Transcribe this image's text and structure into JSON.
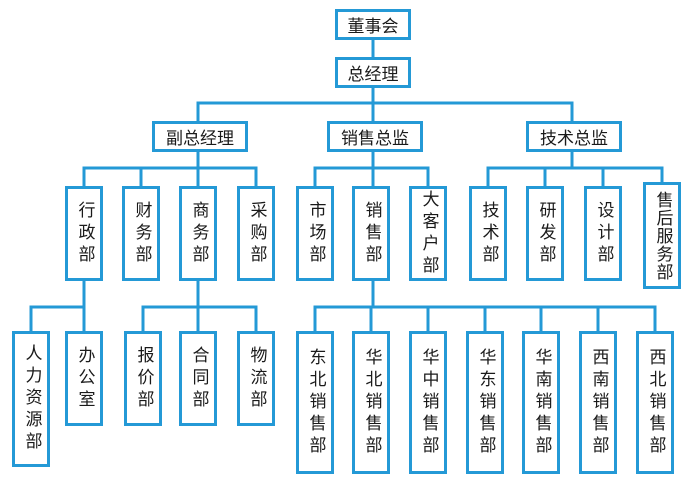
{
  "chart": {
    "root": "董事会",
    "gm": "总经理",
    "vice_gm": "副总经理",
    "sales_director": "销售总监",
    "tech_director": "技术总监",
    "admin": "行政部",
    "finance": "财务部",
    "business": "商务部",
    "purchase": "采购部",
    "market": "市场部",
    "sales": "销售部",
    "key_account": "大客户部",
    "technology": "技术部",
    "rnd": "研发部",
    "design": "设计部",
    "after_sales": "售后服务部",
    "hr": "人力资源部",
    "office": "办公室",
    "quote": "报价部",
    "contract": "合同部",
    "logistics": "物流部",
    "ne_sales": "东北销售部",
    "nc_sales": "华北销售部",
    "c_sales": "华中销售部",
    "ec_sales": "华东销售部",
    "sc_sales": "华南销售部",
    "sw_sales": "西南销售部",
    "nw_sales": "西北销售部"
  }
}
